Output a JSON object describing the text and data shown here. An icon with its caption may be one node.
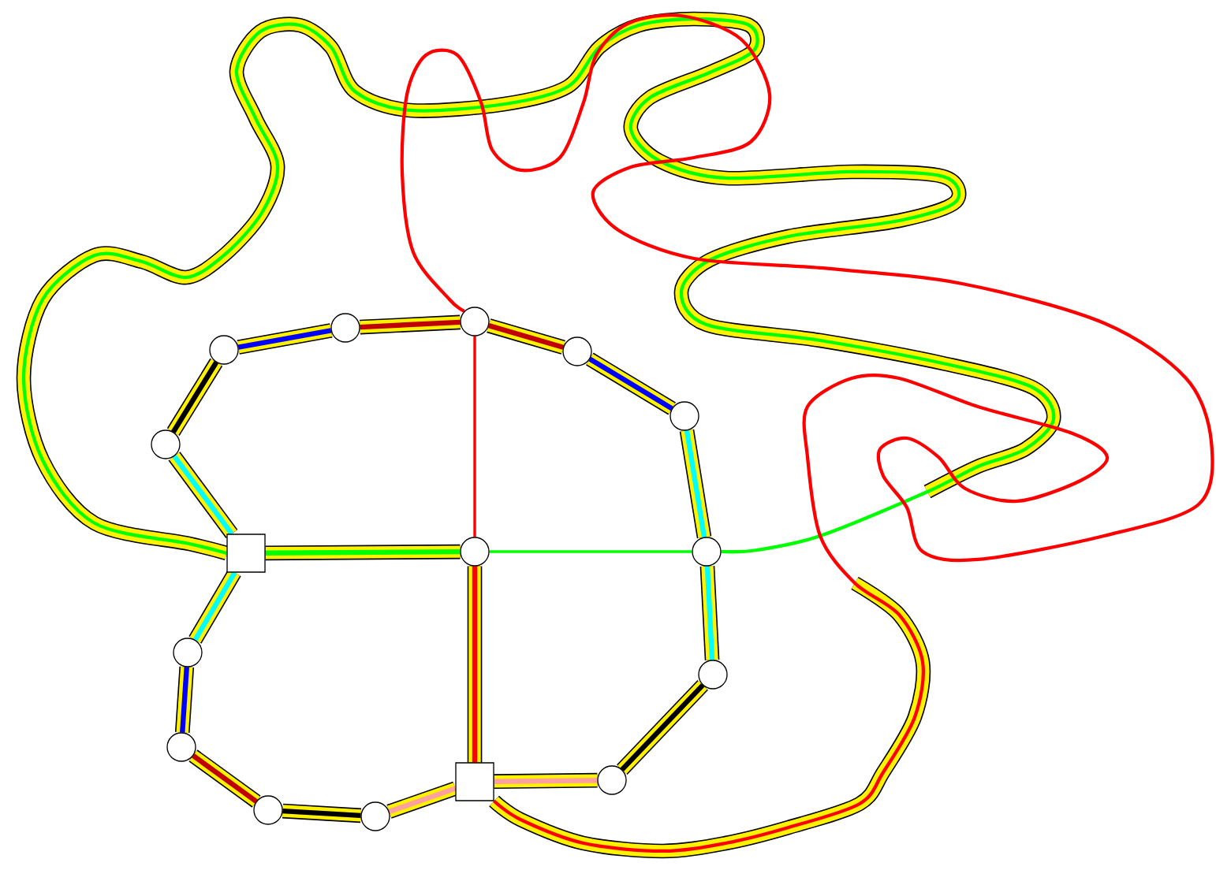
{
  "diagram": {
    "nodes": [
      {
        "text": [],
        "shape": "circle"
      },
      {
        "text": [],
        "shape": "circle"
      },
      {
        "text": [],
        "shape": "circle"
      },
      {
        "text": [],
        "shape": "circle"
      },
      {
        "text": [],
        "shape": "circle"
      },
      {
        "text": [],
        "shape": "circle"
      },
      {
        "text": [],
        "shape": "box"
      },
      {
        "text": [],
        "shape": "circle"
      },
      {
        "text": [],
        "shape": "circle"
      },
      {
        "text": [],
        "shape": "circle"
      },
      {
        "text": [],
        "shape": "circle"
      },
      {
        "text": [],
        "shape": "circle"
      },
      {
        "text": [],
        "shape": "box"
      },
      {
        "text": [],
        "shape": "circle"
      },
      {
        "text": [],
        "shape": "circle"
      },
      {
        "text": [],
        "shape": "circle"
      }
    ],
    "edges": [
      {
        "from": 0,
        "to": 1,
        "arrow": "none",
        "color": "#0000ff"
      },
      {
        "from": 1,
        "to": 2,
        "arrow": "none",
        "color": "#c00000"
      },
      {
        "from": 2,
        "to": 3,
        "arrow": "none",
        "color": "#c00000"
      },
      {
        "from": 3,
        "to": 4,
        "arrow": "none",
        "color": "#0000ff"
      },
      {
        "from": 0,
        "to": 5,
        "arrow": "none",
        "color": "#000000"
      },
      {
        "from": 5,
        "to": 6,
        "arrow": "none",
        "color": "#00ffff"
      },
      {
        "from": 6,
        "to": 7,
        "arrow": "none",
        "color": "#00ff00"
      },
      {
        "from": 7,
        "to": 12,
        "arrow": "none",
        "color": "#ff0000"
      },
      {
        "from": 4,
        "to": 8,
        "arrow": "none",
        "color": "#00ffff"
      },
      {
        "from": 8,
        "to": 10,
        "arrow": "none",
        "color": "#00ffff"
      },
      {
        "from": 10,
        "to": 13,
        "arrow": "none",
        "color": "#000000"
      },
      {
        "from": 12,
        "to": 13,
        "arrow": "none",
        "color": "#ffa0a0"
      },
      {
        "from": 6,
        "to": 9,
        "arrow": "none",
        "color": "#00ffff"
      },
      {
        "from": 9,
        "to": 11,
        "arrow": "none",
        "color": "#0000ff"
      },
      {
        "from": 11,
        "to": 14,
        "arrow": "none",
        "color": "#c00000"
      },
      {
        "from": 14,
        "to": 15,
        "arrow": "none",
        "color": "#000000"
      },
      {
        "from": 15,
        "to": 12,
        "arrow": "none",
        "color": "#ffa0a0"
      },
      {
        "from": 2,
        "to": 7,
        "arrow": "none",
        "color": "#ff0000"
      },
      {
        "from": 7,
        "to": 8,
        "arrow": "none",
        "color": "#00ff00"
      },
      {
        "from": 6,
        "to": 8,
        "arrow": "none",
        "color": "#00ff00"
      },
      {
        "from": 2,
        "to": 12,
        "arrow": "none",
        "color": "#ff0000"
      }
    ]
  }
}
